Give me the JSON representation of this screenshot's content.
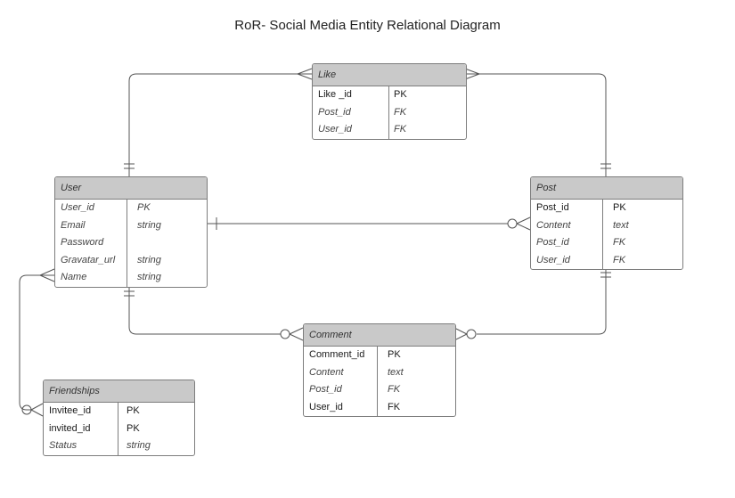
{
  "title": "RoR- Social Media Entity Relational Diagram",
  "entities": {
    "like": {
      "name": "Like",
      "fields": [
        {
          "name": "Like _id",
          "type": "PK",
          "italic": false
        },
        {
          "name": "Post_id",
          "type": "FK",
          "italic": true
        },
        {
          "name": "User_id",
          "type": "FK",
          "italic": true
        }
      ]
    },
    "user": {
      "name": "User",
      "fields": [
        {
          "name": "User_id",
          "type": "PK",
          "italic": true
        },
        {
          "name": "Email",
          "type": "string",
          "italic": true
        },
        {
          "name": "Password",
          "type": "",
          "italic": true
        },
        {
          "name": "Gravatar_url",
          "type": "string",
          "italic": true
        },
        {
          "name": "Name",
          "type": "string",
          "italic": true
        }
      ]
    },
    "post": {
      "name": "Post",
      "fields": [
        {
          "name": "Post_id",
          "type": "PK",
          "italic": false
        },
        {
          "name": "Content",
          "type": "text",
          "italic": true
        },
        {
          "name": "Post_id",
          "type": "FK",
          "italic": true
        },
        {
          "name": "User_id",
          "type": "FK",
          "italic": true
        }
      ]
    },
    "comment": {
      "name": "Comment",
      "fields": [
        {
          "name": "Comment_id",
          "type": "PK",
          "italic": false
        },
        {
          "name": "Content",
          "type": "text",
          "italic": true
        },
        {
          "name": "Post_id",
          "type": "FK",
          "italic": true
        },
        {
          "name": "User_id",
          "type": "FK",
          "italic": false
        }
      ]
    },
    "friendships": {
      "name": "Friendships",
      "fields": [
        {
          "name": "Invitee_id",
          "type": "PK",
          "italic": false
        },
        {
          "name": "invited_id",
          "type": "PK",
          "italic": false
        },
        {
          "name": "Status",
          "type": "string",
          "italic": true
        }
      ]
    }
  }
}
